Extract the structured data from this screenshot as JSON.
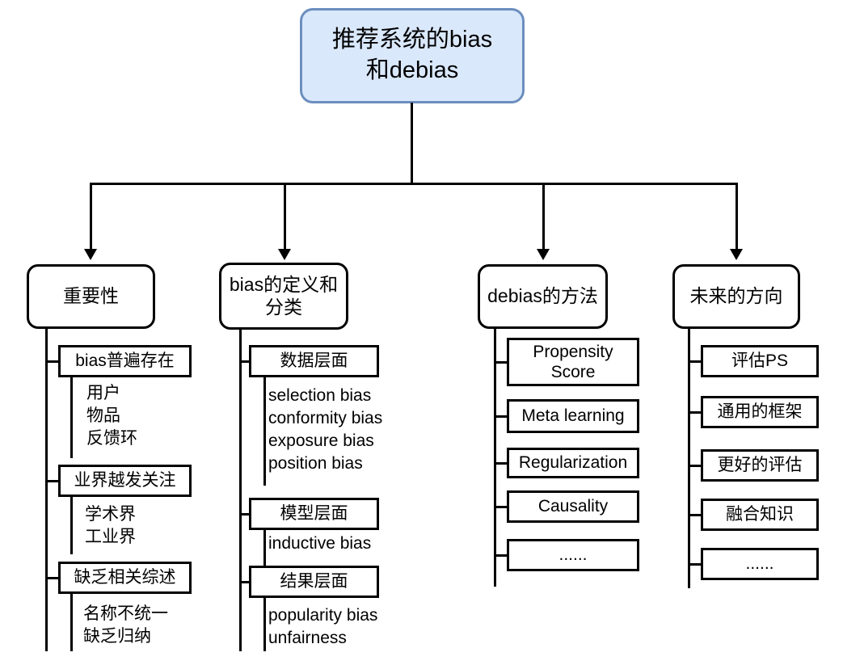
{
  "root": {
    "label": "推荐系统的bias\n和debias"
  },
  "branches": [
    {
      "label": "重要性",
      "children": [
        {
          "label": "bias普遍存在",
          "subitems": [
            "用户",
            "物品",
            "反馈环"
          ]
        },
        {
          "label": "业界越发关注",
          "subitems": [
            "学术界",
            "工业界"
          ]
        },
        {
          "label": "缺乏相关综述",
          "subitems": [
            "名称不统一",
            "缺乏归纳"
          ]
        }
      ]
    },
    {
      "label": "bias的定义和\n分类",
      "children": [
        {
          "label": "数据层面",
          "subitems": [
            "selection bias",
            "conformity bias",
            "exposure bias",
            "position bias"
          ]
        },
        {
          "label": "模型层面",
          "subitems": [
            "inductive bias"
          ]
        },
        {
          "label": "结果层面",
          "subitems": [
            "popularity bias",
            "unfairness"
          ]
        }
      ]
    },
    {
      "label": "debias的方法",
      "children": [
        {
          "label": "Propensity\nScore"
        },
        {
          "label": "Meta learning"
        },
        {
          "label": "Regularization"
        },
        {
          "label": "Causality"
        },
        {
          "label": "......"
        }
      ]
    },
    {
      "label": "未来的方向",
      "children": [
        {
          "label": "评估PS"
        },
        {
          "label": "通用的框架"
        },
        {
          "label": "更好的评估"
        },
        {
          "label": "融合知识"
        },
        {
          "label": "......"
        }
      ]
    }
  ],
  "colors": {
    "root_fill": "#dae8fc",
    "root_border": "#6c8ebf",
    "node_border": "#000000",
    "line": "#000000",
    "background": "#ffffff"
  }
}
